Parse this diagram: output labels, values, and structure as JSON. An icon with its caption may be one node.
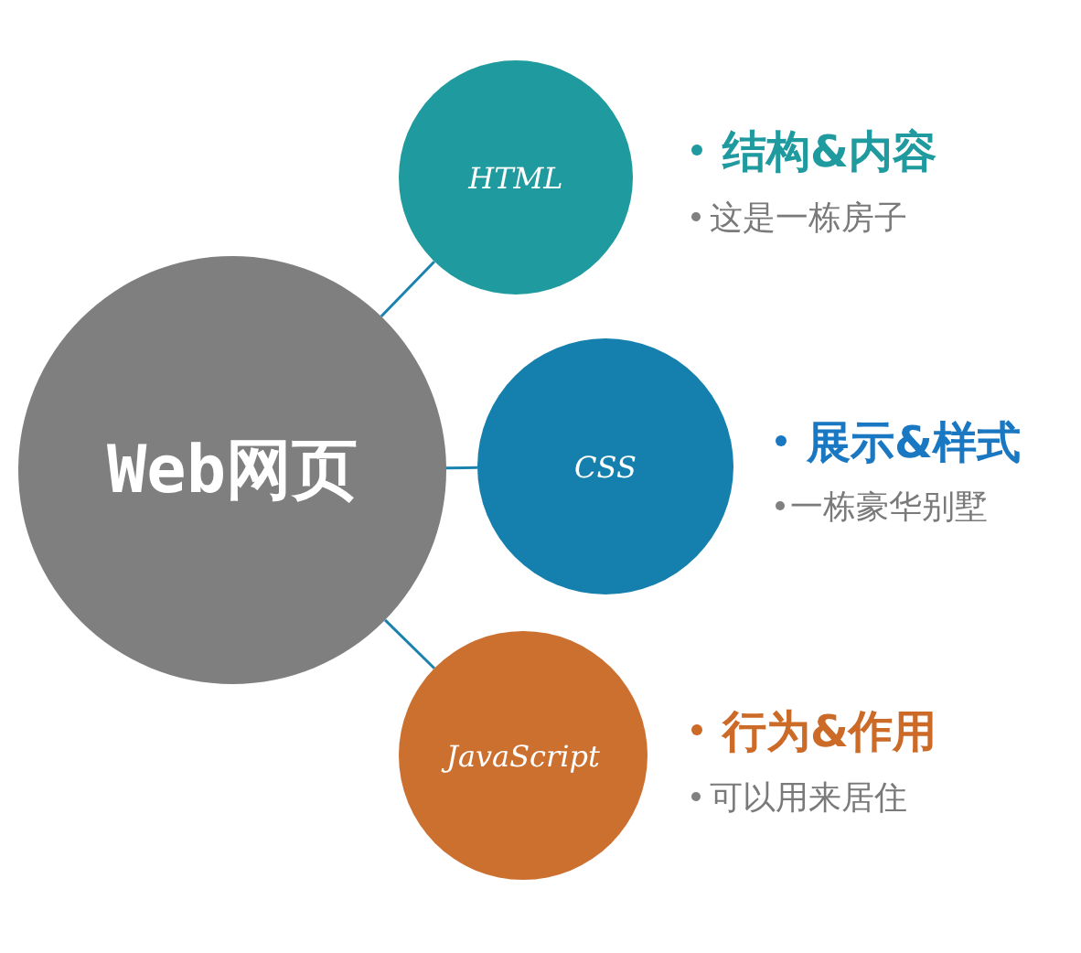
{
  "diagram": {
    "nodes": [
      {
        "text": [
          "Web网页"
        ]
      },
      {
        "text": [
          "HTML"
        ],
        "beside": [
          "结构&内容",
          "这是一栋房子"
        ]
      },
      {
        "text": [
          "CSS"
        ],
        "beside": [
          "展示&样式",
          "一栋豪华别墅"
        ]
      },
      {
        "text": [
          "JavaScript"
        ],
        "beside": [
          "行为&作用",
          "可以用来居住"
        ]
      }
    ],
    "edges": [
      {
        "from": 0,
        "to": 1,
        "arrow": "none"
      },
      {
        "from": 0,
        "to": 2,
        "arrow": "none"
      },
      {
        "from": 0,
        "to": 3,
        "arrow": "none"
      }
    ]
  }
}
